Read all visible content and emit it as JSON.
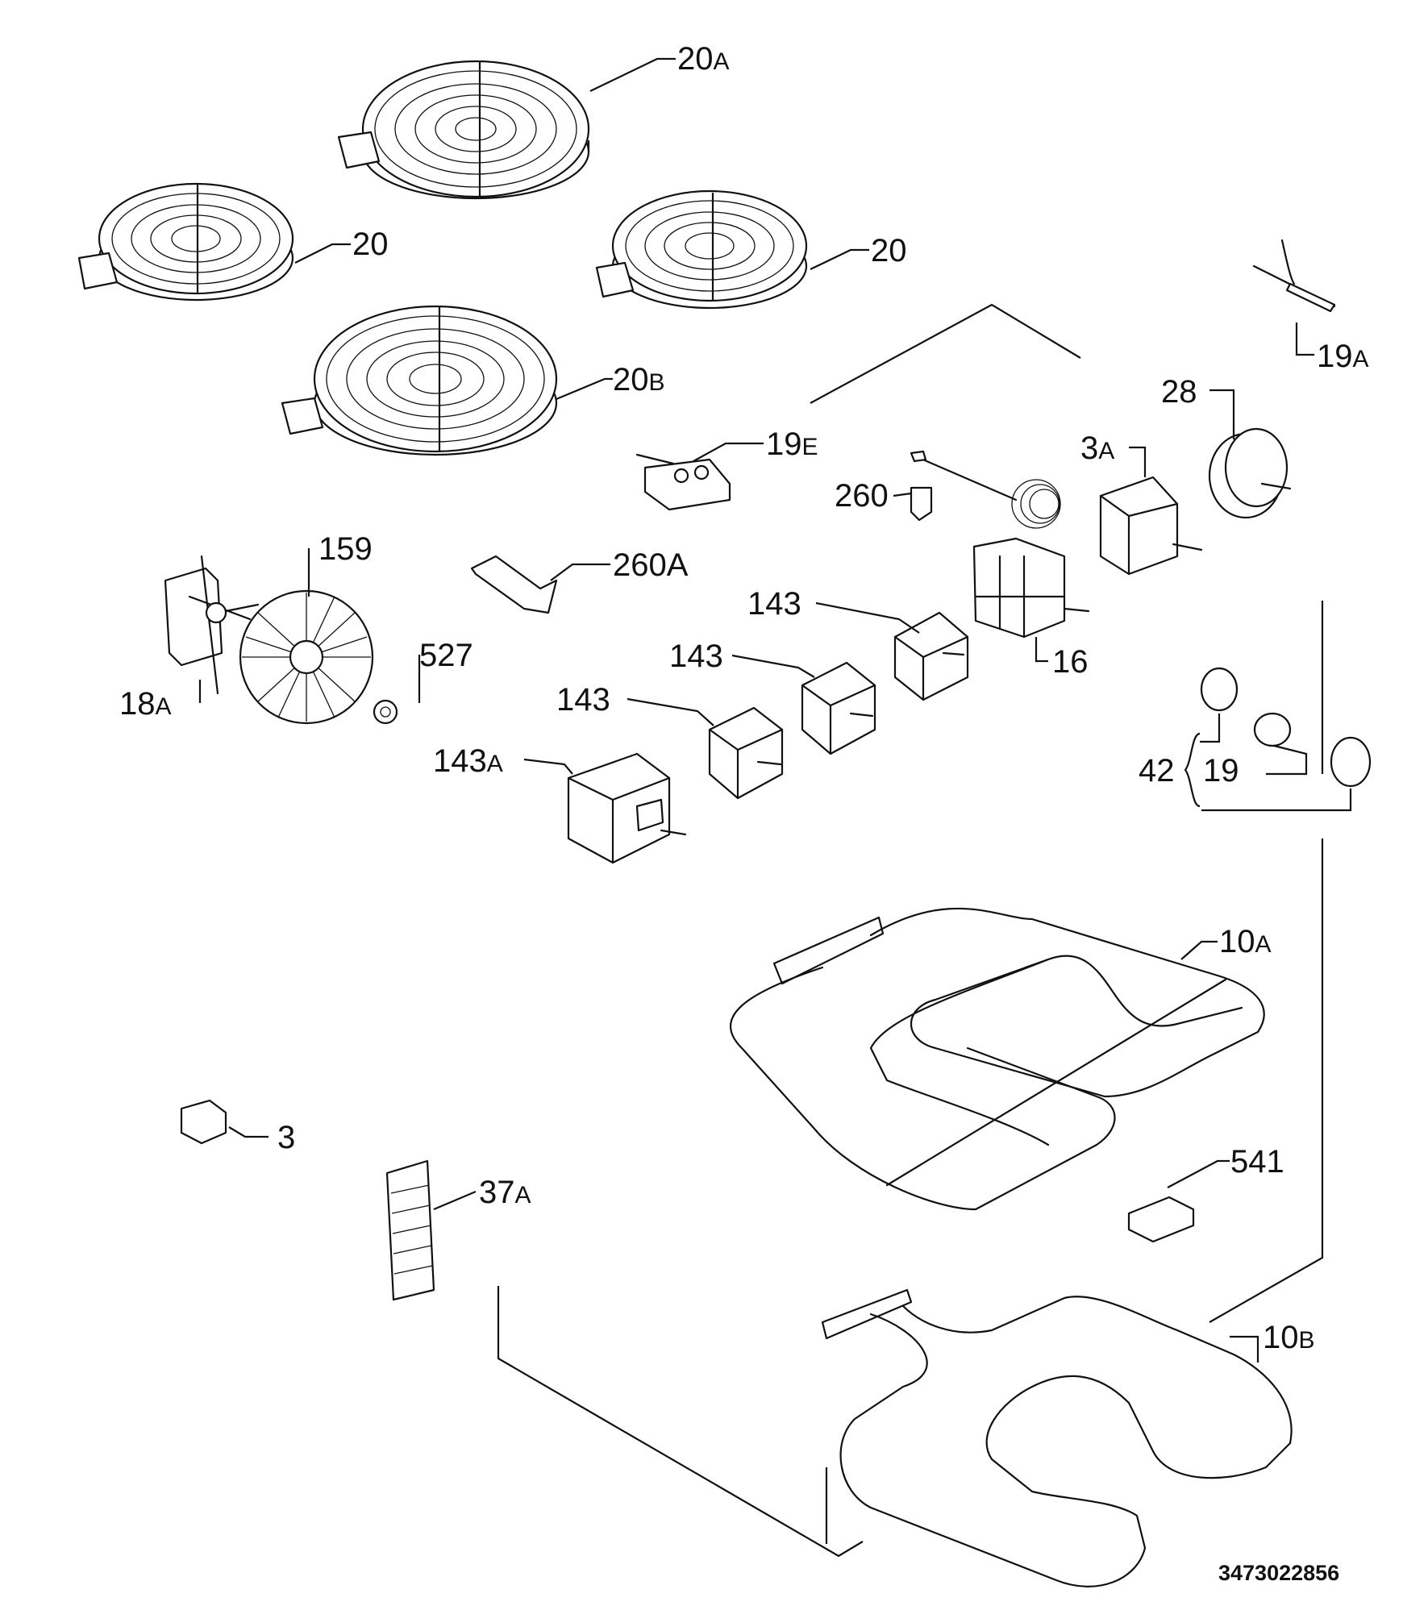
{
  "callouts": {
    "c20a": {
      "num": "20",
      "sub": "A"
    },
    "c20left": {
      "num": "20",
      "sub": ""
    },
    "c20right": {
      "num": "20",
      "sub": ""
    },
    "c20b": {
      "num": "20",
      "sub": "B"
    },
    "c19a": {
      "num": "19",
      "sub": "A"
    },
    "c28": {
      "num": "28",
      "sub": ""
    },
    "c3a": {
      "num": "3",
      "sub": "A"
    },
    "c19e": {
      "num": "19",
      "sub": "E"
    },
    "c260": {
      "num": "260",
      "sub": ""
    },
    "c159": {
      "num": "159",
      "sub": ""
    },
    "c260a": {
      "num": "260A",
      "sub": ""
    },
    "c18a": {
      "num": "18",
      "sub": "A"
    },
    "c527": {
      "num": "527",
      "sub": ""
    },
    "c143_1": {
      "num": "143",
      "sub": ""
    },
    "c16": {
      "num": "16",
      "sub": ""
    },
    "c143_2": {
      "num": "143",
      "sub": ""
    },
    "c143_3": {
      "num": "143",
      "sub": ""
    },
    "c143a": {
      "num": "143",
      "sub": "A"
    },
    "c42": {
      "num": "42",
      "sub": ""
    },
    "c19": {
      "num": "19",
      "sub": ""
    },
    "c10a": {
      "num": "10",
      "sub": "A"
    },
    "c3": {
      "num": "3",
      "sub": ""
    },
    "c37a": {
      "num": "37",
      "sub": "A"
    },
    "c541": {
      "num": "541",
      "sub": ""
    },
    "c10b": {
      "num": "10",
      "sub": "B"
    }
  },
  "document_number": "3473022856"
}
